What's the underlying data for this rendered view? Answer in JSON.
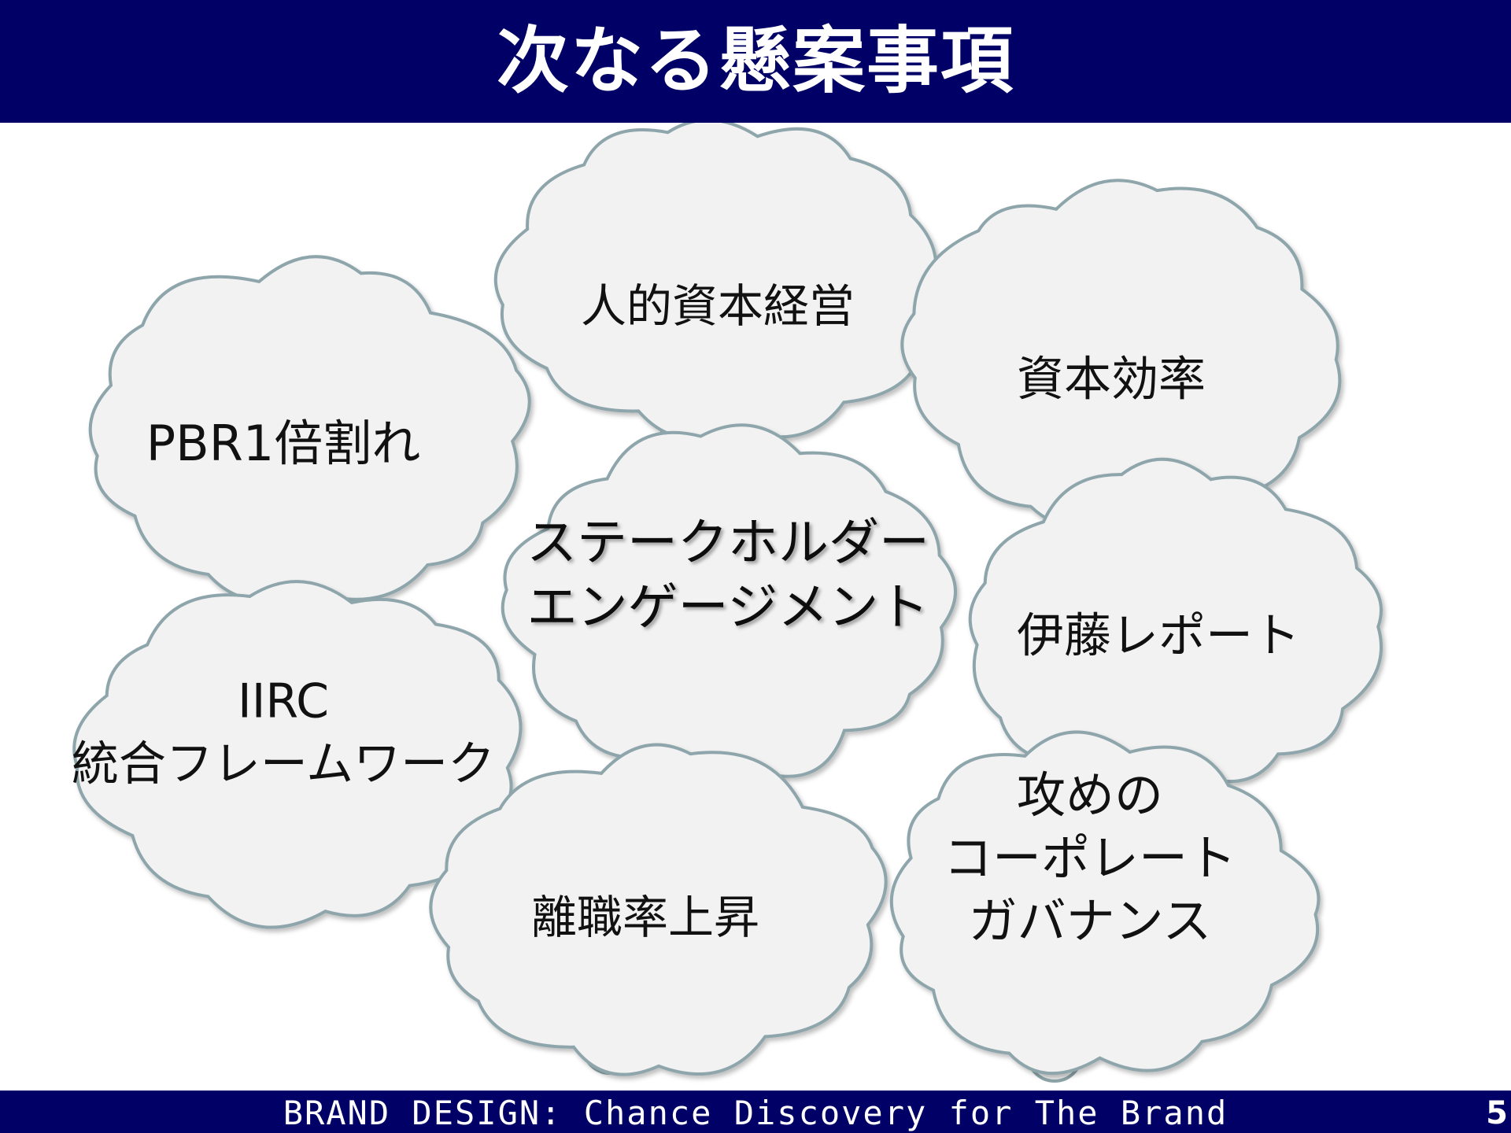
{
  "slide": {
    "title": "次なる懸案事項",
    "footer": "BRAND DESIGN: Chance Discovery for The Brand",
    "page_number": "5",
    "colors": {
      "header_bg": "#000066",
      "cloud_fill": "#f2f2f2",
      "cloud_stroke": "#8ea6ab"
    }
  },
  "clouds": [
    {
      "id": "pbr",
      "lines": [
        "PBR1倍割れ"
      ]
    },
    {
      "id": "human-capital",
      "lines": [
        "人的資本経営"
      ]
    },
    {
      "id": "capital-efficiency",
      "lines": [
        "資本効率"
      ]
    },
    {
      "id": "ito-report",
      "lines": [
        "伊藤レポート"
      ]
    },
    {
      "id": "stakeholder",
      "lines": [
        "ステークホルダー",
        "エンゲージメント"
      ]
    },
    {
      "id": "iirc",
      "lines": [
        "IIRC",
        "統合フレームワーク"
      ]
    },
    {
      "id": "turnover",
      "lines": [
        "離職率上昇"
      ]
    },
    {
      "id": "governance",
      "lines": [
        "攻めの",
        "コーポレート",
        "ガバナンス"
      ]
    }
  ]
}
